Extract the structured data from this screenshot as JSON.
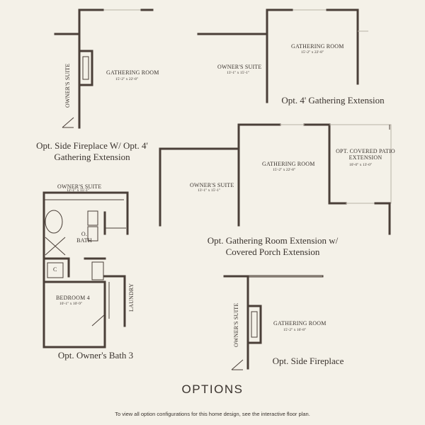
{
  "title": "OPTIONS",
  "footer": "To view all option configurations for this home design, see the interactive floor plan.",
  "plan1": {
    "suite_label": "OWNER'S SUITE",
    "room_label": "GATHERING ROOM",
    "room_dim": "15'-2\" x 22'-8\"",
    "caption_line1": "Opt. Side Fireplace W/ Opt. 4'",
    "caption_line2": "Gathering Extension"
  },
  "plan2": {
    "suite_label": "OWNER'S SUITE",
    "suite_dim": "13'-1\" x 15'-1\"",
    "room_label": "GATHERING ROOM",
    "room_dim": "15'-2\" x 22'-8\"",
    "caption": "Opt. 4' Gathering Extension"
  },
  "plan3": {
    "suite_label": "OWNER'S SUITE",
    "suite_dim": "13'-1\" x 15'-1\"",
    "room_label": "GATHERING ROOM",
    "room_dim": "15'-2\" x 22'-8\"",
    "patio_label_line1": "OPT. COVERED PATIO",
    "patio_label_line2": "EXTENSION",
    "patio_dim": "10'-0\" x 13'-0\"",
    "caption_line1": "Opt. Gathering Room Extension w/",
    "caption_line2": "Covered Porch Extension"
  },
  "plan4": {
    "suite_label": "OWNER'S SUITE",
    "suite_dim": "12'-1\" x 15'-1\"",
    "bath_label_line1": "O.",
    "bath_label_line2": "BATH",
    "closet_label": "C",
    "bedroom_label": "BEDROOM 4",
    "bedroom_dim": "10'-1\" x 10'-9\"",
    "laundry_label": "LAUNDRY",
    "caption": "Opt. Owner's Bath 3"
  },
  "plan5": {
    "suite_label": "OWNER'S SUITE",
    "room_label": "GATHERING ROOM",
    "room_dim": "15'-2\" x 16'-8\"",
    "caption": "Opt. Side Fireplace"
  }
}
